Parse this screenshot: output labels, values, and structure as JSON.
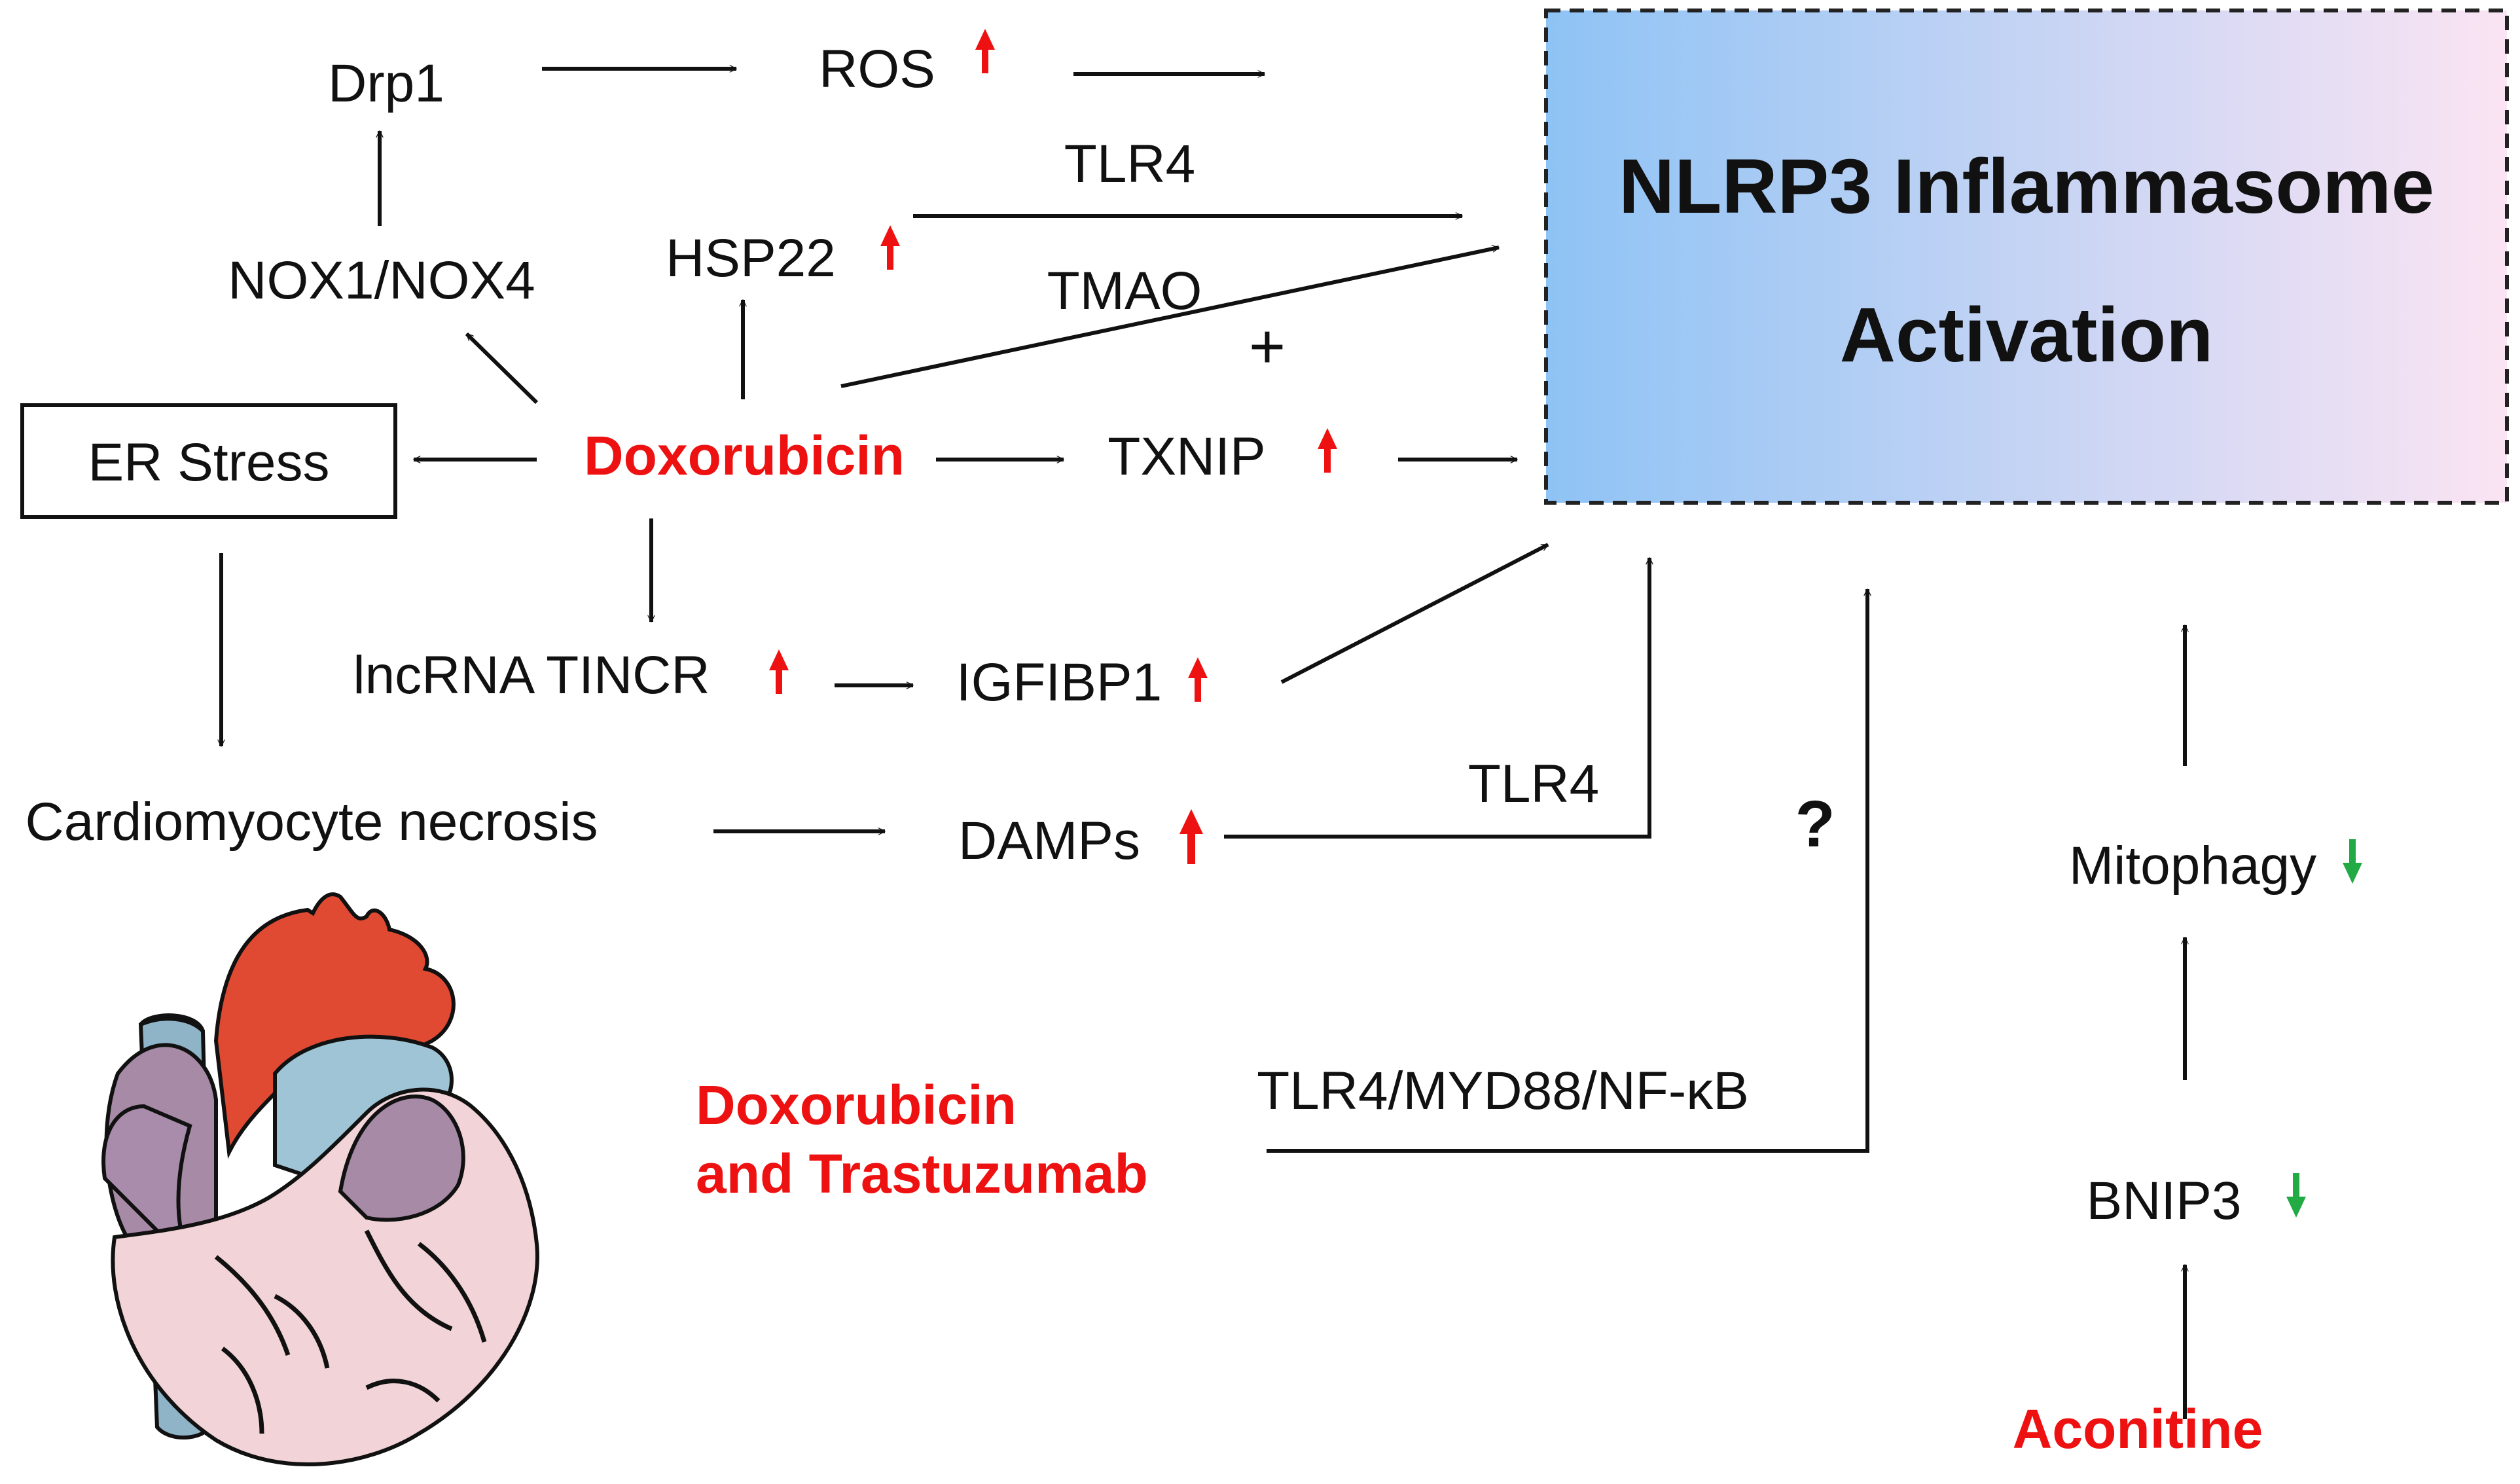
{
  "nodes": {
    "drp1": "Drp1",
    "ros": "ROS",
    "nox": "NOX1/NOX4",
    "hsp22": "HSP22",
    "er_stress": "ER Stress",
    "doxorubicin": "Doxorubicin",
    "txnip": "TXNIP",
    "lncrna": "lncRNA TINCR",
    "igfibp1": "IGFIBP1",
    "cardio_necrosis": "Cardiomyocyte necrosis",
    "damps": "DAMPs",
    "mitophagy": "Mitophagy",
    "bnip3": "BNIP3",
    "aconitine": "Aconitine",
    "dox_trast_line1": "Doxorubicin",
    "dox_trast_line2": "and Trastuzumab"
  },
  "edge_labels": {
    "tlr4_top": "TLR4",
    "tmao": "TMAO",
    "plus": "+",
    "tlr4_damps": "TLR4",
    "tlr4_myd88": "TLR4/MYD88/NF-κB",
    "question": "?"
  },
  "target": {
    "line1": "NLRP3 Inflammasome",
    "line2": "Activation",
    "gradient_start": "#8ec3f5",
    "gradient_end": "#fbe4f3"
  },
  "colors": {
    "up_arrow": "#ee1111",
    "down_arrow": "#22aa44",
    "drug_text": "#ee1111"
  }
}
